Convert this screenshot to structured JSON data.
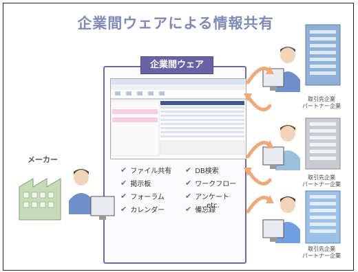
{
  "title": "企業間ウェアによる情報共有",
  "groupware": {
    "label": "企業間ウェア",
    "features": [
      "ファイル共有",
      "DB検索",
      "掲示板",
      "ワークフロー",
      "フォーラム",
      "アンケート",
      "カレンダー",
      "備忘録"
    ],
    "etc": "etc."
  },
  "maker": {
    "label": "メーカー"
  },
  "partners": [
    {
      "line1": "取引先企業",
      "line2": "パートナー企業"
    },
    {
      "line1": "取引先企業",
      "line2": "パートナー企業"
    },
    {
      "line1": "取引先企業",
      "line2": "パートナー企業"
    }
  ],
  "colors": {
    "accent": "#6a62a6",
    "title": "#7e8bb8",
    "arrow": "#f0a878",
    "building": "#8fb0d8",
    "shirt": "#6f8fc8"
  },
  "icons": {
    "check": "check-icon",
    "building": "building-icon",
    "person": "person-icon",
    "monitor": "monitor-icon",
    "arrow": "curved-double-arrow-icon"
  }
}
